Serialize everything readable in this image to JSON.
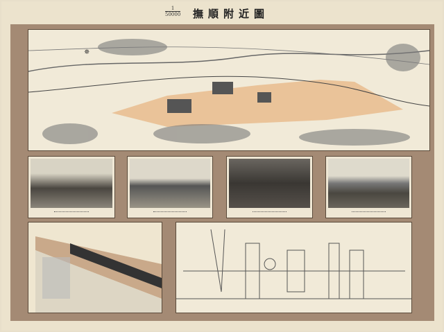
{
  "header": {
    "title": "撫順附近圖",
    "scale_numerator": "1",
    "scale_denominator": "50000"
  },
  "colors": {
    "paper": "#ece3cd",
    "frame": "#a48a74",
    "coalfield": "#e8b98a"
  },
  "panels": {
    "map": "map-of-fushun-vicinity",
    "photos": [
      "photo-1",
      "photo-2",
      "photo-3",
      "photo-4"
    ],
    "section": "geological-section",
    "plant": "plant-diagram"
  }
}
